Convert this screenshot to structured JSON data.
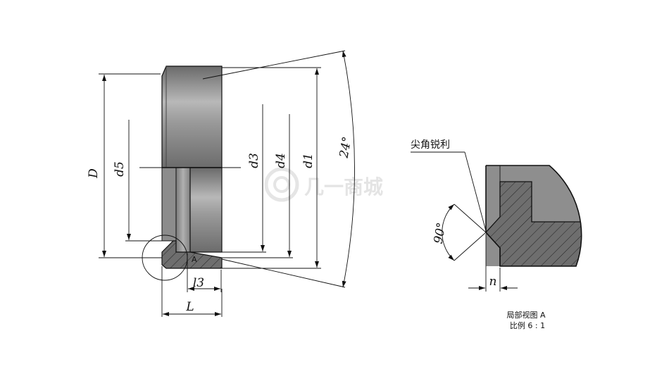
{
  "main_view": {
    "labels": {
      "D": "D",
      "d5": "d5",
      "d3": "d3",
      "d4": "d4",
      "d1": "d1",
      "angle": "24°",
      "l3": "l3",
      "L": "L",
      "detail_marker": "A"
    }
  },
  "detail_view": {
    "note": "尖角锐利",
    "angle": "90°",
    "n": "n",
    "caption_line1": "局部视图 A",
    "caption_line2": "比例 6 : 1"
  },
  "watermark": "几一商城",
  "colors": {
    "steel": "#8a8a8a",
    "hatch_fill": "#6d6d6d",
    "line": "#111111"
  }
}
